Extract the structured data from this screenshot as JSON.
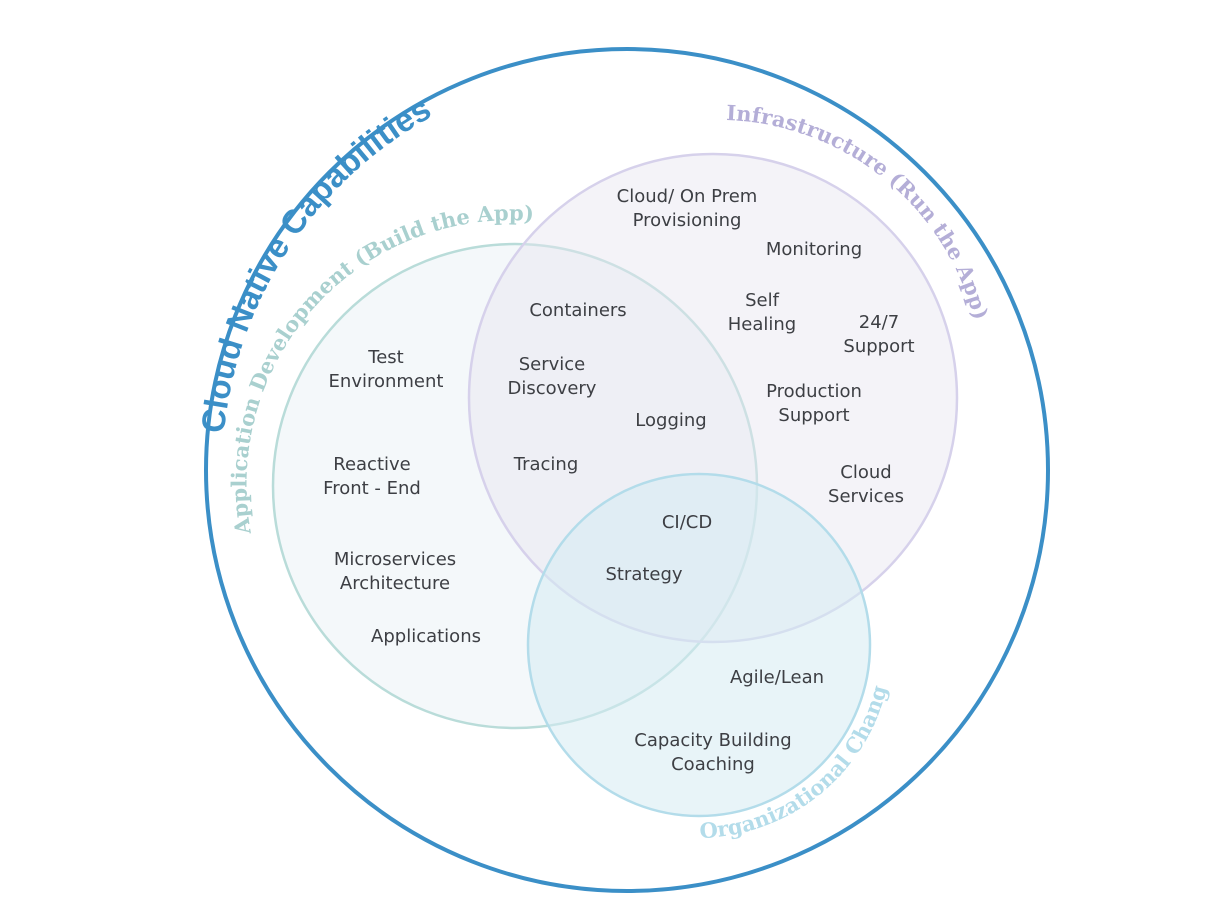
{
  "title": "Cloud Native Capabilities",
  "circles": {
    "app_dev": "Application Development (Build the App)",
    "infrastructure": "Infrastructure (Run the App)",
    "org_change": "Organizational Change"
  },
  "colors": {
    "outer": "#3b8fc7",
    "app_dev": "#a9d0cf",
    "infrastructure": "#b4aed7",
    "org_change": "#b3dcea",
    "text": "#3d3f44"
  },
  "items": {
    "cloud_onprem": [
      "Cloud/ On Prem",
      "Provisioning"
    ],
    "monitoring": [
      "Monitoring"
    ],
    "self_healing": [
      "Self",
      "Healing"
    ],
    "support_247": [
      "24/7",
      "Support"
    ],
    "production_support": [
      "Production",
      "Support"
    ],
    "cloud_services": [
      "Cloud",
      "Services"
    ],
    "containers": [
      "Containers"
    ],
    "service_discovery": [
      "Service",
      "Discovery"
    ],
    "logging": [
      "Logging"
    ],
    "tracing": [
      "Tracing"
    ],
    "test_environment": [
      "Test",
      "Environment"
    ],
    "reactive_front_end": [
      "Reactive",
      "Front - End"
    ],
    "microservices": [
      "Microservices",
      "Architecture"
    ],
    "applications": [
      "Applications"
    ],
    "ci_cd": [
      "CI/CD"
    ],
    "strategy": [
      "Strategy"
    ],
    "agile_lean": [
      "Agile/Lean"
    ],
    "capacity_building": [
      "Capacity Building",
      "Coaching"
    ]
  }
}
